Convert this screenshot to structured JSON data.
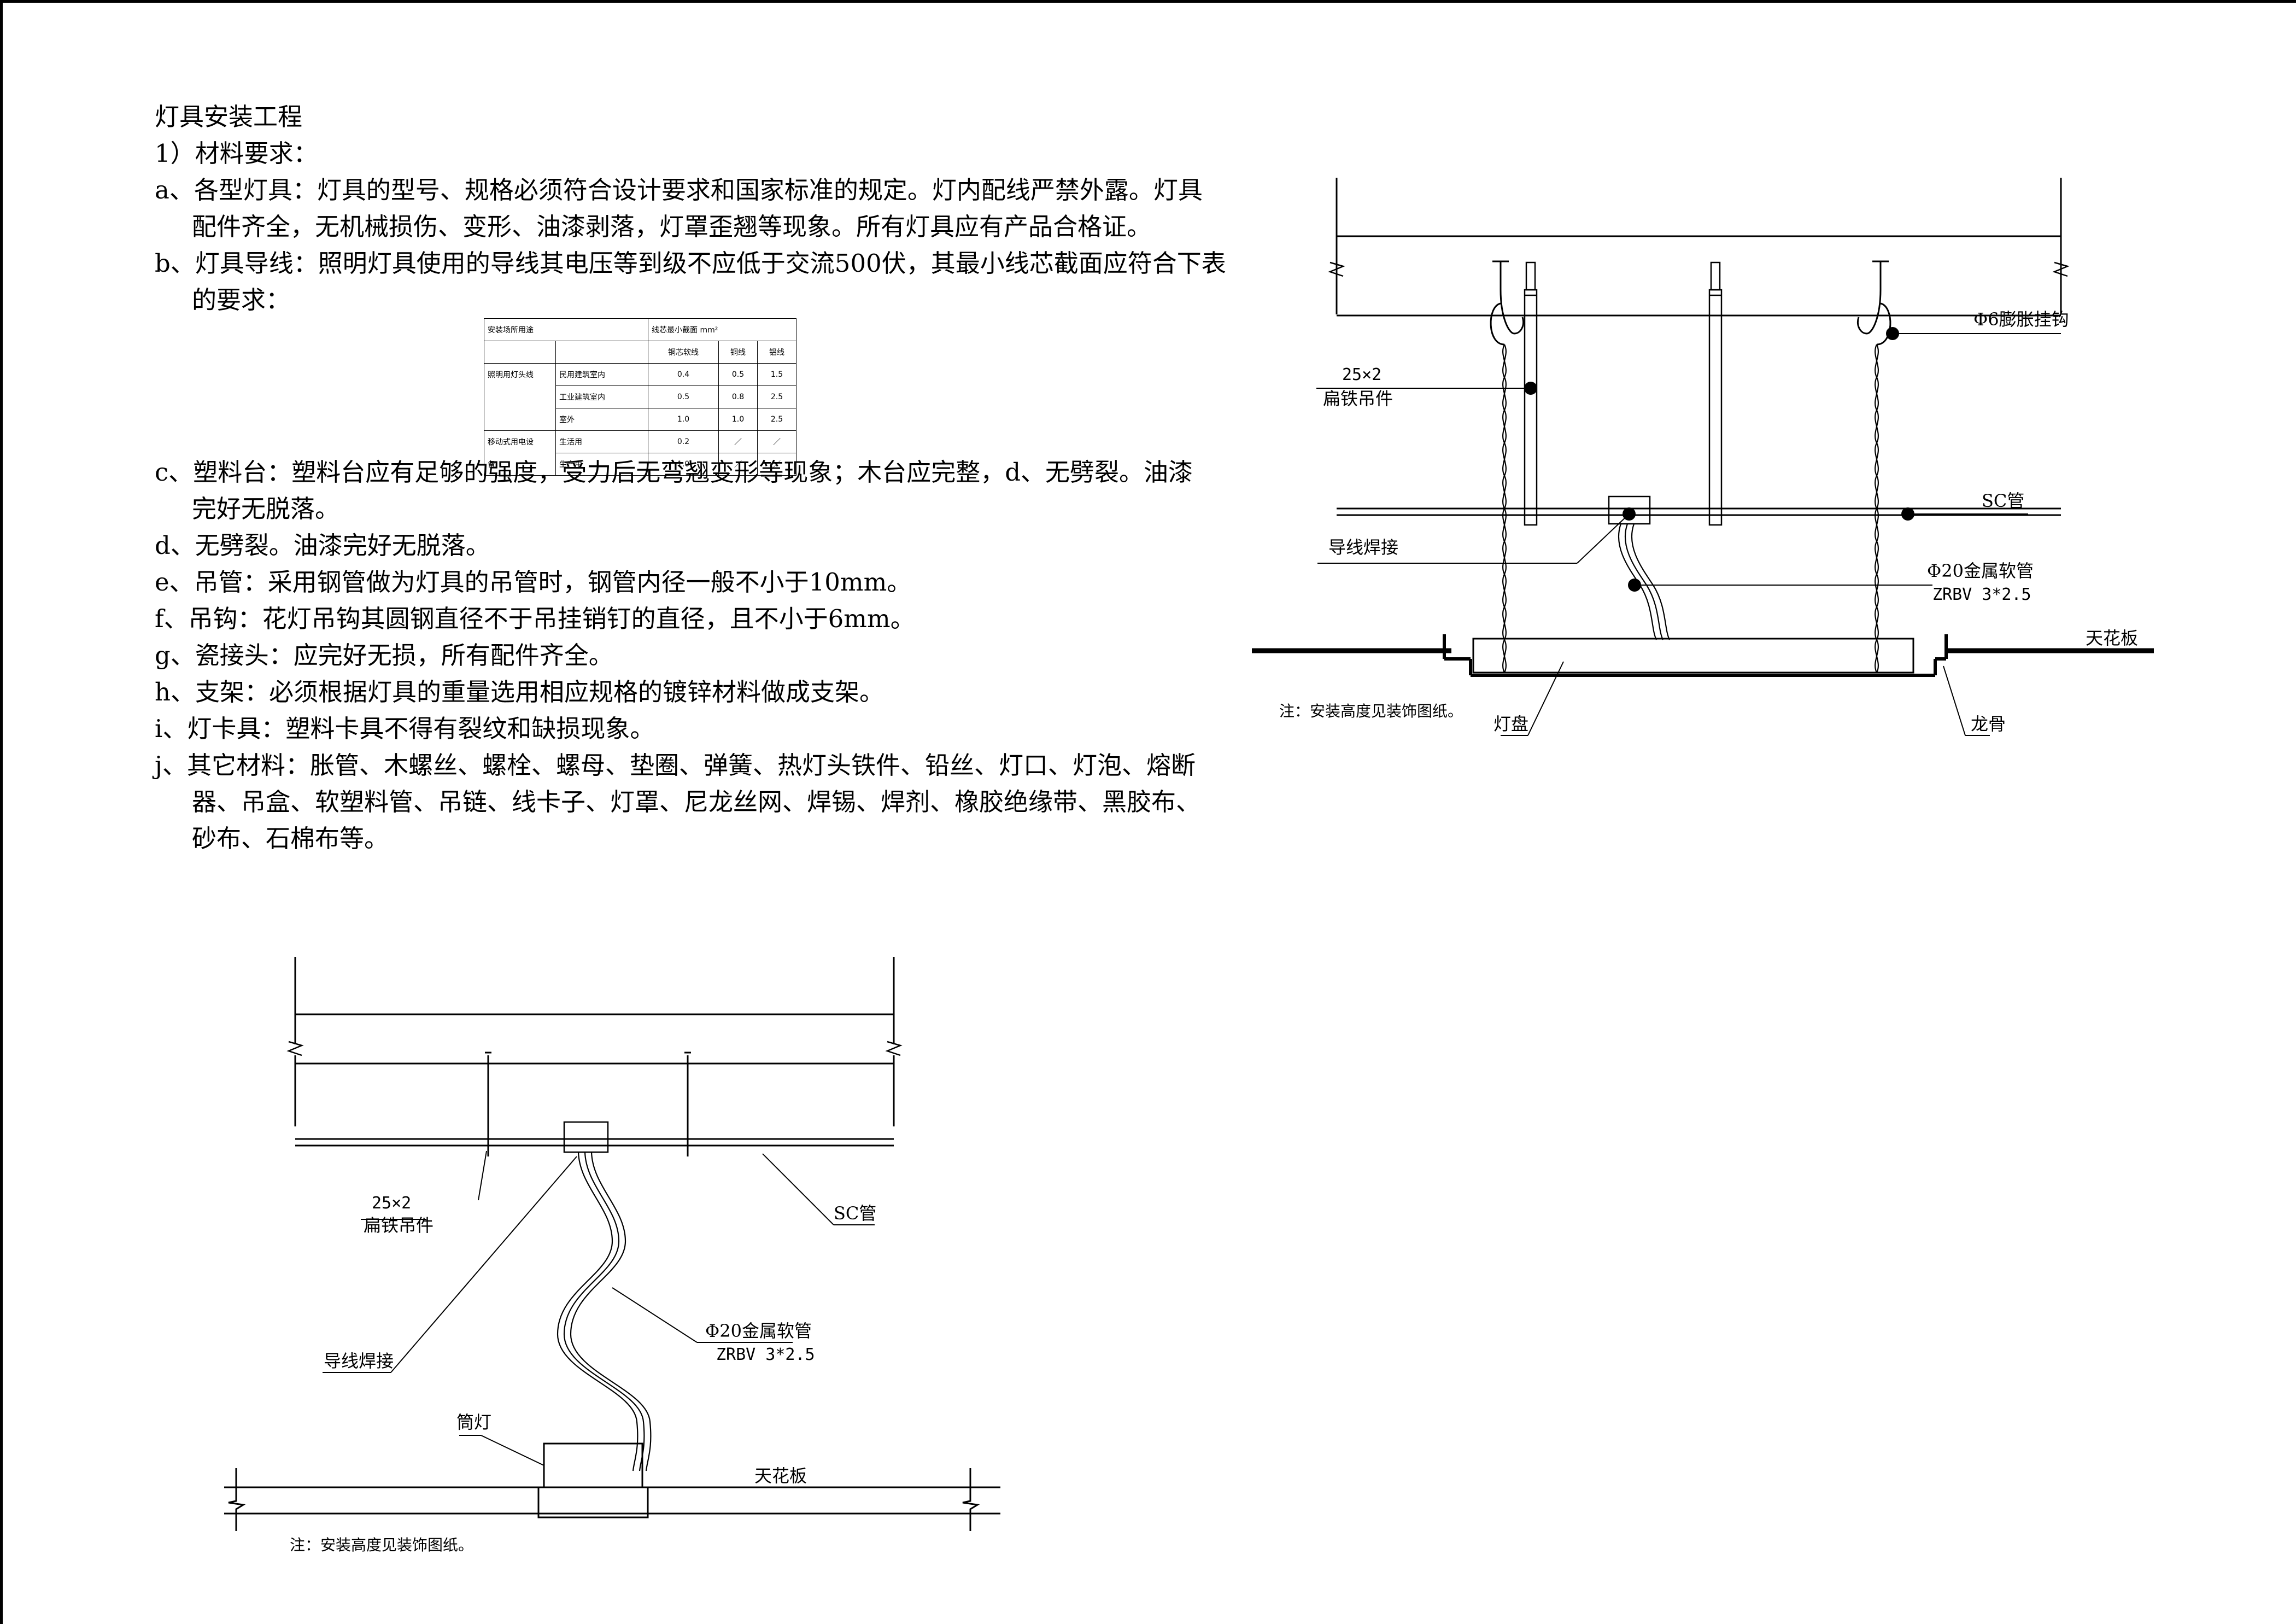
{
  "spec": {
    "title": "灯具安装工程",
    "sub": "1）材料要求：",
    "a1": "a、各型灯具：灯具的型号、规格必须符合设计要求和国家标准的规定。灯内配线严禁外露。灯具",
    "a2": "配件齐全，无机械损伤、变形、油漆剥落，灯罩歪翘等现象。所有灯具应有产品合格证。",
    "b1": "b、灯具导线：照明灯具使用的导线其电压等到级不应低于交流500伏，其最小线芯截面应符合下表",
    "b2": "的要求：",
    "c1": "c、塑料台：塑料台应有足够的强度，受力后无弯翘变形等现象；木台应完整，d、无劈裂。油漆",
    "c2": "完好无脱落。",
    "d": "d、无劈裂。油漆完好无脱落。",
    "e": "e、吊管：采用钢管做为灯具的吊管时，钢管内径一般不小于10mm。",
    "f": "f、吊钩：花灯吊钩其圆钢直径不于吊挂销钉的直径，且不小于6mm。",
    "g": "g、瓷接头：应完好无损，所有配件齐全。",
    "h": "h、支架：必须根据灯具的重量选用相应规格的镀锌材料做成支架。",
    "i": "i、灯卡具：塑料卡具不得有裂纹和缺损现象。",
    "j1": "j、其它材料：胀管、木螺丝、螺栓、螺母、垫圈、弹簧、热灯头铁件、铅丝、灯口、灯泡、熔断",
    "j2": "器、吊盒、软塑料管、吊链、线卡子、灯罩、尼龙丝网、焊锡、焊剂、橡胶绝缘带、黑胶布、",
    "j3": "砂布、石棉布等。"
  },
  "table": {
    "h_use": "安装场所用途",
    "h_min": "线芯最小截面 mm²",
    "h_cu_soft": "铜芯软线",
    "h_cu": "铜线",
    "h_al": "铝线",
    "g1": "照明用灯头线",
    "g2a": "移动式用电设",
    "g2b": "备",
    "rows": [
      {
        "place": "民用建筑室内",
        "a": "0.4",
        "b": "0.5",
        "c": "1.5"
      },
      {
        "place": "工业建筑室内",
        "a": "0.5",
        "b": "0.8",
        "c": "2.5"
      },
      {
        "place": "室外",
        "a": "1.0",
        "b": "1.0",
        "c": "2.5"
      },
      {
        "place": "生活用",
        "a": "0.2",
        "b": "／",
        "c": "／"
      },
      {
        "place": "生产用",
        "a": "1.0",
        "b": "／",
        "c": "／"
      }
    ]
  },
  "d1": {
    "flat_iron_size": "25×2",
    "flat_iron": "扁铁吊件",
    "sc_pipe": "SC管",
    "wire_weld": "导线焊接",
    "hose": "Φ20金属软管",
    "cable": "ZRBV 3*2.5",
    "downlight": "筒灯",
    "ceiling": "天花板",
    "note": "注：安装高度见装饰图纸。"
  },
  "d2": {
    "hook": "Φ6膨胀挂钩",
    "flat_iron_size": "25×2",
    "flat_iron": "扁铁吊件",
    "sc_pipe": "SC管",
    "wire_weld": "导线焊接",
    "hose": "Φ20金属软管",
    "cable": "ZRBV 3*2.5",
    "ceiling": "天花板",
    "note": "注：安装高度见装饰图纸。",
    "lamp_box": "灯盘",
    "keel": "龙骨"
  }
}
